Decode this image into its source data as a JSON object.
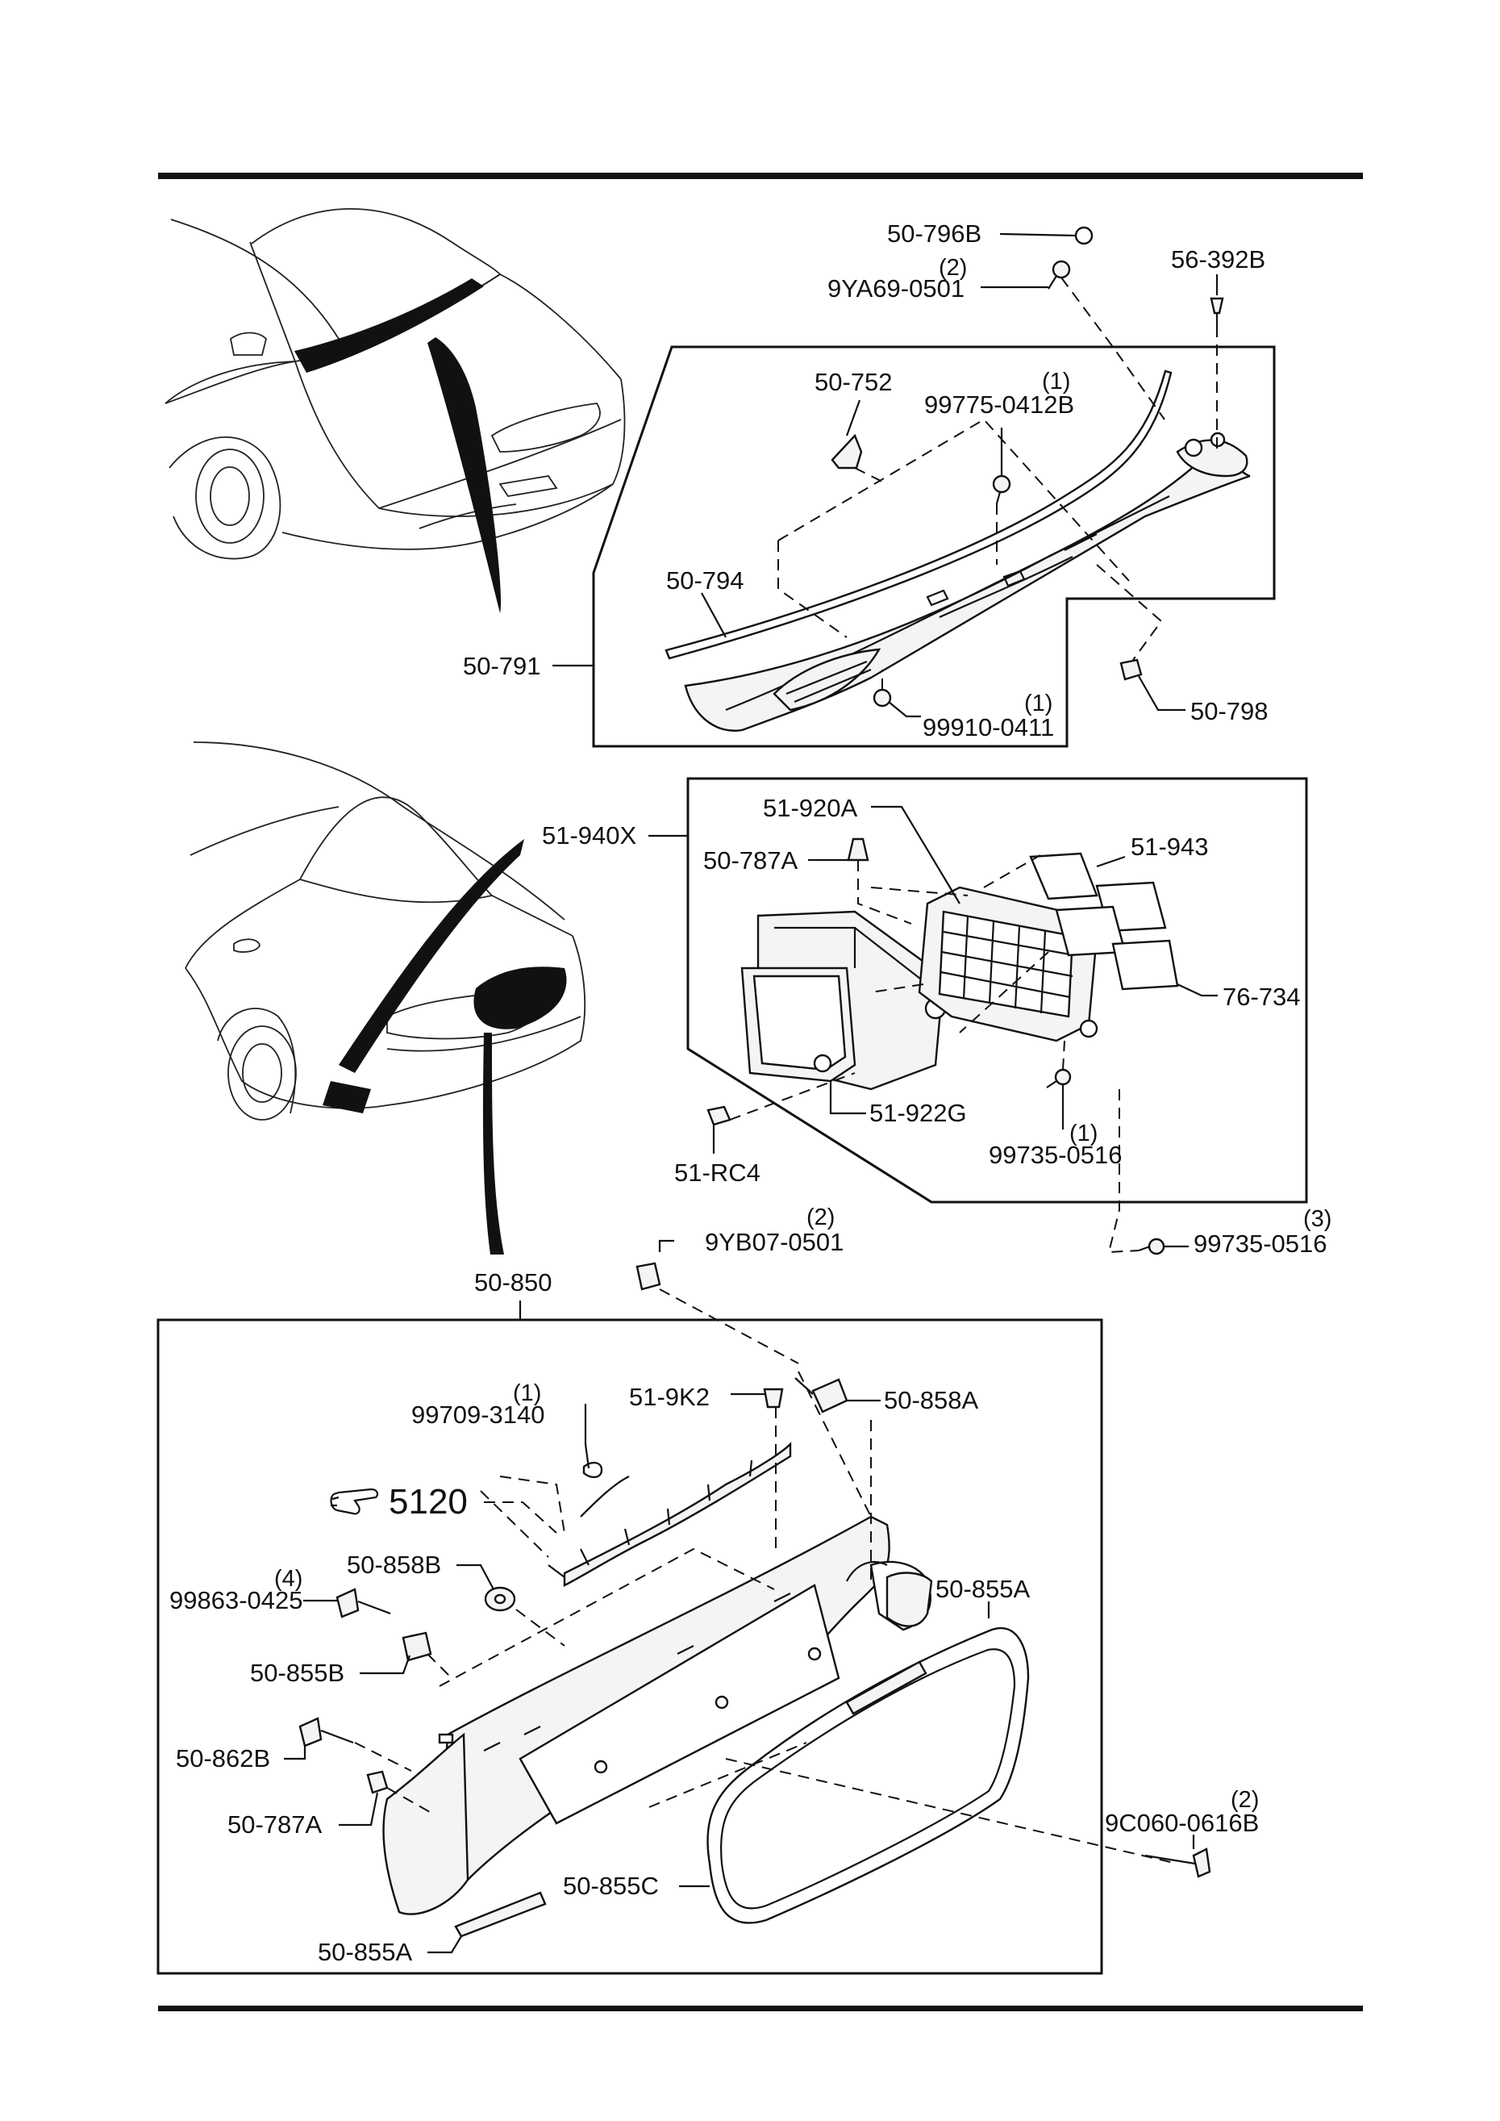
{
  "colors": {
    "ink": "#111111",
    "paper": "#ffffff"
  },
  "icons": {
    "reference_pointer": "pointing-hand-icon"
  },
  "sections": {
    "cowl": {
      "assembly": {
        "part": "50-791"
      },
      "parts": [
        {
          "key": "p50_796B",
          "part": "50-796B"
        },
        {
          "key": "p9YA69",
          "part": "9YA69-0501",
          "qty": "(2)"
        },
        {
          "key": "p56_392B",
          "part": "56-392B"
        },
        {
          "key": "p50_752",
          "part": "50-752"
        },
        {
          "key": "p99775",
          "part": "99775-0412B",
          "qty": "(1)"
        },
        {
          "key": "p50_794",
          "part": "50-794"
        },
        {
          "key": "p99910",
          "part": "99910-0411",
          "qty": "(1)"
        },
        {
          "key": "p50_798",
          "part": "50-798"
        }
      ]
    },
    "vent": {
      "assembly": {
        "part": "51-940X"
      },
      "parts": [
        {
          "key": "p51_920A",
          "part": "51-920A"
        },
        {
          "key": "p50_787A",
          "part": "50-787A"
        },
        {
          "key": "p51_943",
          "part": "51-943"
        },
        {
          "key": "p76_734",
          "part": "76-734"
        },
        {
          "key": "p51_922G",
          "part": "51-922G"
        },
        {
          "key": "p51_RC4",
          "part": "51-RC4"
        },
        {
          "key": "p99735a",
          "part": "99735-0516",
          "qty": "(1)"
        },
        {
          "key": "p99735b",
          "part": "99735-0516",
          "qty": "(3)"
        }
      ]
    },
    "garnish": {
      "assembly": {
        "part": "50-850"
      },
      "reference": {
        "text": "5120"
      },
      "parts": [
        {
          "key": "p9YB07",
          "part": "9YB07-0501",
          "qty": "(2)"
        },
        {
          "key": "p99709",
          "part": "99709-3140",
          "qty": "(1)"
        },
        {
          "key": "p51_9K2",
          "part": "51-9K2"
        },
        {
          "key": "p50_858A",
          "part": "50-858A"
        },
        {
          "key": "p50_858B",
          "part": "50-858B"
        },
        {
          "key": "p50_855A_top",
          "part": "50-855A"
        },
        {
          "key": "p99863",
          "part": "99863-0425",
          "qty": "(4)"
        },
        {
          "key": "p50_855B",
          "part": "50-855B"
        },
        {
          "key": "p50_862B",
          "part": "50-862B"
        },
        {
          "key": "p9C060",
          "part": "9C060-0616B",
          "qty": "(2)"
        },
        {
          "key": "p50_787A_b",
          "part": "50-787A"
        },
        {
          "key": "p50_855C",
          "part": "50-855C"
        },
        {
          "key": "p50_855A_bot",
          "part": "50-855A"
        }
      ]
    }
  }
}
